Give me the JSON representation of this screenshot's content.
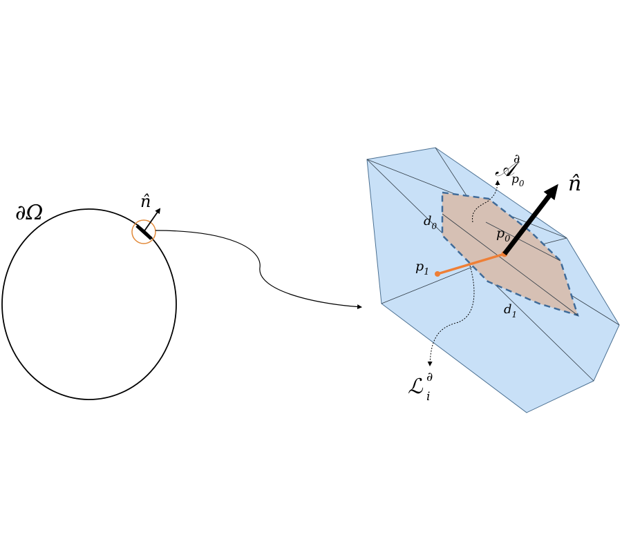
{
  "labels": {
    "boundary": "∂Ω",
    "normal_small": "n̂",
    "normal_large": "n̂",
    "area_main": "𝒜",
    "area_sup": "∂",
    "area_sub": "p",
    "area_sub_index": "0",
    "line_main": "ℒ",
    "line_sup": "∂",
    "line_sub": "i",
    "p0": "p",
    "p0_index": "0",
    "p1": "p",
    "p1_index": "1",
    "d0": "d",
    "d0_index": "0",
    "d1": "d",
    "d1_index": "1"
  },
  "colors": {
    "mesh_fill": "#c8e0f7",
    "control_area_fill": "#d6c0b4",
    "control_area_border": "#3f6b99",
    "segment": "#ee7f36",
    "zoom_circle": "#e28a3a",
    "normal_arrow": "#000000"
  }
}
